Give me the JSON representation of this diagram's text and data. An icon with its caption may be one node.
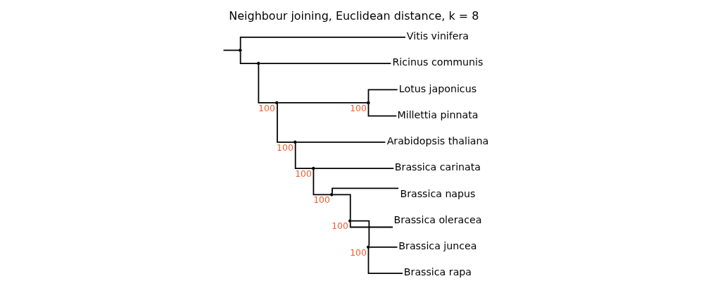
{
  "diagram": {
    "title": "Neighbour joining, Euclidean distance, k = 8",
    "nodes": [
      {
        "text": [],
        "shape": "point"
      },
      {
        "text": [
          "Vitis vinifera"
        ]
      },
      {
        "text": [],
        "shape": "point"
      },
      {
        "text": [
          "Ricinus communis"
        ]
      },
      {
        "text": [],
        "shape": "point",
        "beside": [
          "100"
        ]
      },
      {
        "text": [],
        "shape": "point",
        "beside": [
          "100"
        ]
      },
      {
        "text": [
          "Lotus japonicus"
        ]
      },
      {
        "text": [
          "Millettia pinnata"
        ]
      },
      {
        "text": [],
        "shape": "point",
        "beside": [
          "100"
        ]
      },
      {
        "text": [
          "Arabidopsis thaliana"
        ]
      },
      {
        "text": [],
        "shape": "point",
        "beside": [
          "100"
        ]
      },
      {
        "text": [
          "Brassica carinata"
        ]
      },
      {
        "text": [],
        "shape": "point",
        "beside": [
          "100"
        ]
      },
      {
        "text": [
          "Brassica napus"
        ]
      },
      {
        "text": [],
        "shape": "point",
        "beside": [
          "100"
        ]
      },
      {
        "text": [
          "Brassica oleracea"
        ]
      },
      {
        "text": [],
        "shape": "point",
        "beside": [
          "100"
        ]
      },
      {
        "text": [
          "Brassica juncea"
        ]
      },
      {
        "text": [
          "Brassica rapa"
        ]
      }
    ],
    "edges": [
      {
        "from": null,
        "to": 0,
        "arrow": "none"
      },
      {
        "from": 0,
        "to": 1,
        "arrow": "none"
      },
      {
        "from": 0,
        "to": 2,
        "arrow": "none"
      },
      {
        "from": 2,
        "to": 3,
        "arrow": "none"
      },
      {
        "from": 2,
        "to": 4,
        "arrow": "none"
      },
      {
        "from": 4,
        "to": 5,
        "arrow": "none"
      },
      {
        "from": 5,
        "to": 6,
        "arrow": "none"
      },
      {
        "from": 5,
        "to": 7,
        "arrow": "none"
      },
      {
        "from": 4,
        "to": 8,
        "arrow": "none"
      },
      {
        "from": 8,
        "to": 9,
        "arrow": "none"
      },
      {
        "from": 8,
        "to": 10,
        "arrow": "none"
      },
      {
        "from": 10,
        "to": 11,
        "arrow": "none"
      },
      {
        "from": 10,
        "to": 12,
        "arrow": "none"
      },
      {
        "from": 12,
        "to": 13,
        "arrow": "none"
      },
      {
        "from": 12,
        "to": 14,
        "arrow": "none"
      },
      {
        "from": 14,
        "to": 15,
        "arrow": "none"
      },
      {
        "from": 14,
        "to": 16,
        "arrow": "none"
      },
      {
        "from": 16,
        "to": 17,
        "arrow": "none"
      },
      {
        "from": 16,
        "to": 18,
        "arrow": "none"
      }
    ]
  }
}
